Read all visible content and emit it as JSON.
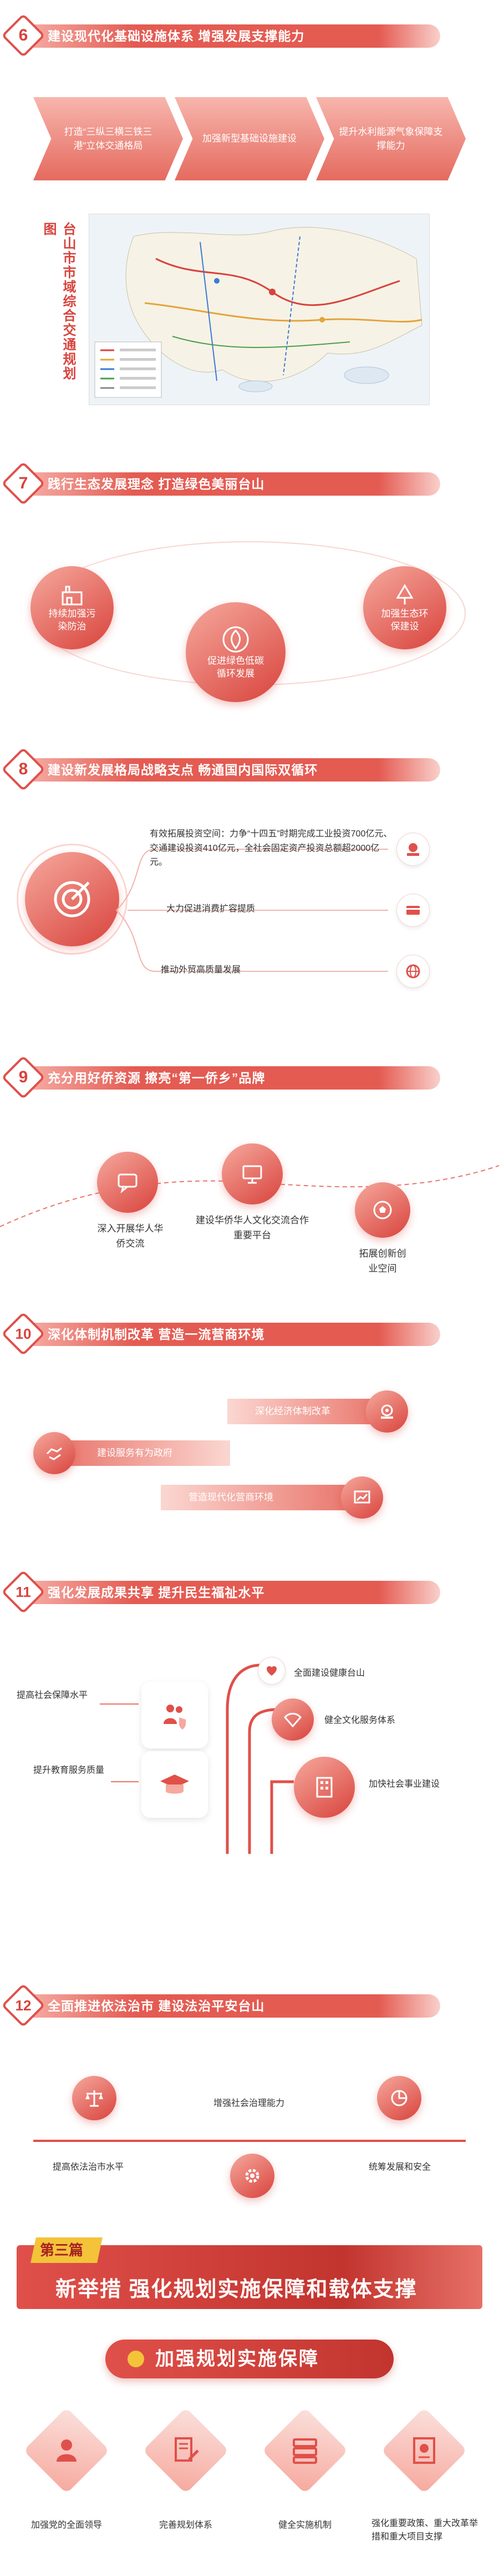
{
  "s6": {
    "num": "6",
    "title": "建设现代化基础设施体系 增强发展支撑能力",
    "arrows": [
      "打造“三纵三横三铁三港”立体交通格局",
      "加强新型基础设施建设",
      "提升水利能源气象保障支撑能力"
    ],
    "map_caption": "台山市市域综合交通规划图"
  },
  "s7": {
    "num": "7",
    "title": "践行生态发展理念 打造绿色美丽台山",
    "items": [
      "持续加强污染防治",
      "促进绿色低碳循环发展",
      "加强生态环保建设"
    ]
  },
  "s8": {
    "num": "8",
    "title": "建设新发展格局战略支点 畅通国内国际双循环",
    "items": [
      "有效拓展投资空间：力争“十四五”时期完成工业投资700亿元、交通建设投资410亿元，全社会固定资产投资总额超2000亿元。",
      "大力促进消费扩容提质",
      "推动外贸高质量发展"
    ]
  },
  "s9": {
    "num": "9",
    "title": "充分用好侨资源 擦亮“第一侨乡”品牌",
    "items": [
      "深入开展华人华侨交流",
      "建设华侨华人文化交流合作重要平台",
      "拓展创新创业空间"
    ]
  },
  "s10": {
    "num": "10",
    "title": "深化体制机制改革 营造一流营商环境",
    "items": [
      "深化经济体制改革",
      "建设服务有为政府",
      "营造现代化营商环境"
    ]
  },
  "s11": {
    "num": "11",
    "title": "强化发展成果共享 提升民生福祉水平",
    "left": [
      "提高社会保障水平",
      "提升教育服务质量"
    ],
    "right": [
      "全面建设健康台山",
      "健全文化服务体系",
      "加快社会事业建设"
    ]
  },
  "s12": {
    "num": "12",
    "title": "全面推进依法治市 建设法治平安台山",
    "items": [
      "提高依法治市水平",
      "增强社会治理能力",
      "统筹发展和安全"
    ]
  },
  "part3": {
    "tag": "第三篇",
    "title": "新举措 强化规划实施保障和载体支撑",
    "subtitle": "加强规划实施保障",
    "items": [
      "加强党的全面领导",
      "完善规划体系",
      "健全实施机制",
      "强化重要政策、重大改革举措和重大项目支撑"
    ]
  },
  "colors": {
    "accent": "#e0504a",
    "light": "#f6a99e"
  }
}
